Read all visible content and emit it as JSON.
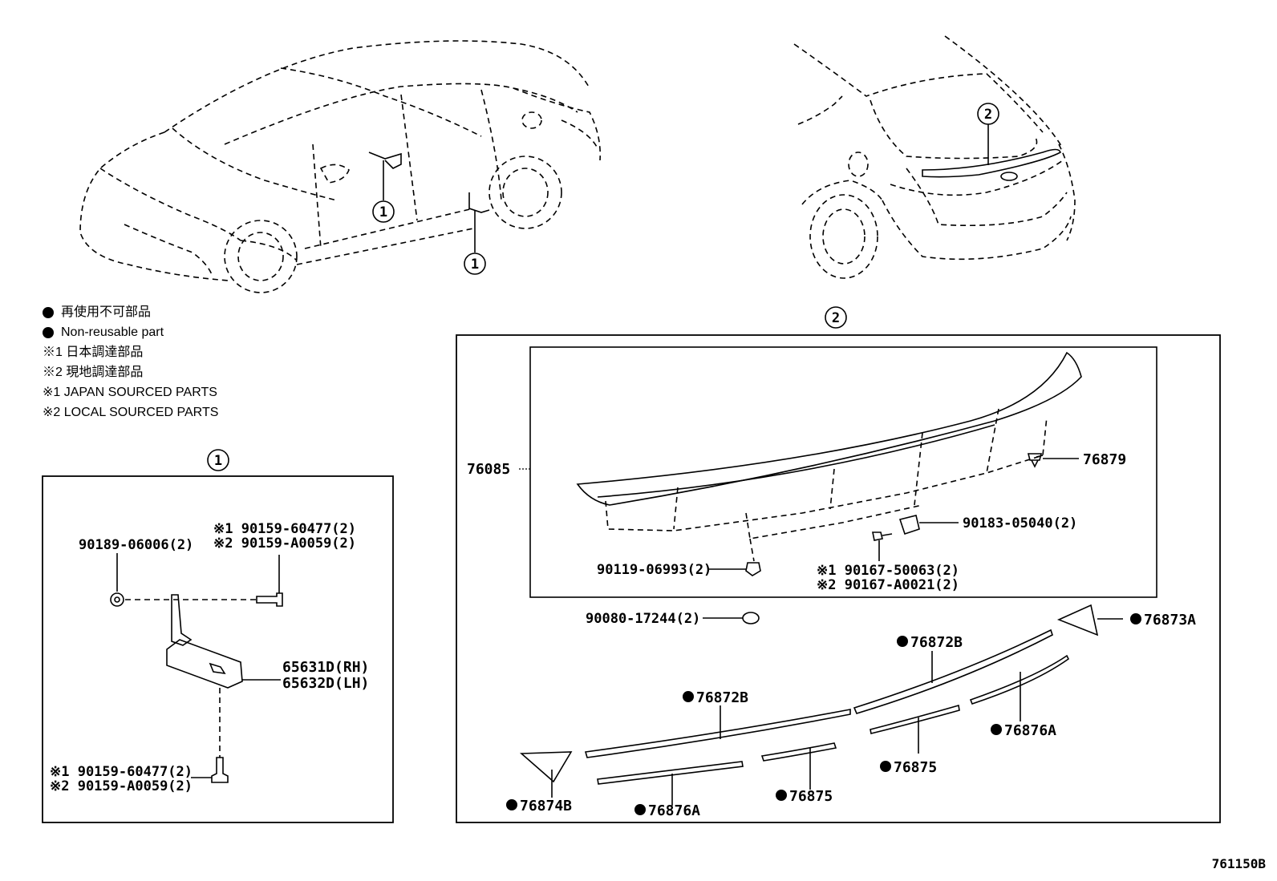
{
  "legend": {
    "non_reusable_jp": "再使用不可部品",
    "non_reusable_en": "Non-reusable part",
    "note1_jp": "※1 日本調達部品",
    "note2_jp": "※2 現地調達部品",
    "note1_en": "※1 JAPAN SOURCED PARTS",
    "note2_en": "※2 LOCAL SOURCED PARTS"
  },
  "callouts": {
    "ref1": "1",
    "ref2": "2"
  },
  "section1": {
    "clip": "90189-06006(2)",
    "screw_top_1": "※1 90159-60477(2)",
    "screw_top_2": "※2 90159-A0059(2)",
    "plate_rh": "65631D(RH)",
    "plate_lh": "65632D(LH)",
    "screw_bottom_1": "※1 90159-60477(2)",
    "screw_bottom_2": "※2 90159-A0059(2)"
  },
  "section2": {
    "spoiler": "76085",
    "clip_right": "76879",
    "nut": "90183-05040(2)",
    "clip_left": "90119-06993(2)",
    "screw_1": "※1 90167-50063(2)",
    "screw_2": "※2 90167-A0021(2)",
    "grommet": "90080-17244(2)",
    "tape_a_right": "76873A",
    "tape_b_upper": "76872B",
    "tape_b_left": "76872B",
    "tape_a_lower_right": "76876A",
    "tape_75_right": "76875",
    "tape_75_mid": "76875",
    "tape_b_corner": "76874B",
    "tape_a_lower_left": "76876A"
  },
  "figure_code": "761150B"
}
